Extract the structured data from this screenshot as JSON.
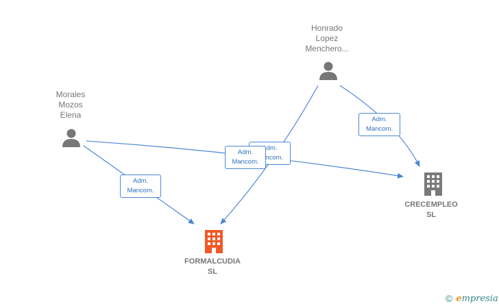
{
  "people": [
    {
      "id": "morales",
      "name_lines": [
        "Morales",
        "Mozos",
        "Elena"
      ]
    },
    {
      "id": "honrado",
      "name_lines": [
        "Honrado",
        "Lopez",
        "Menchero..."
      ]
    }
  ],
  "companies": [
    {
      "id": "formalcudia",
      "name_lines": [
        "FORMALCUDIA",
        "SL"
      ],
      "color": "#f05a28"
    },
    {
      "id": "crecempleo",
      "name_lines": [
        "CRECEMPLEO",
        "SL"
      ],
      "color": "#7a7a7a"
    }
  ],
  "edges": [
    {
      "from": "morales",
      "to": "formalcudia",
      "label_lines": [
        "Adm.",
        "Mancom."
      ]
    },
    {
      "from": "morales",
      "to": "crecempleo",
      "label_lines": [
        "Adm.",
        "Mancom."
      ]
    },
    {
      "from": "honrado",
      "to": "formalcudia",
      "label_lines": [
        "Adm.",
        "Mancom."
      ]
    },
    {
      "from": "honrado",
      "to": "crecempleo",
      "label_lines": [
        "Adm.",
        "Mancom."
      ]
    }
  ],
  "colors": {
    "edge": "#4a86d4",
    "person_icon": "#777777"
  },
  "footer": {
    "symbol": "©",
    "brand_first": "e",
    "brand_rest": "mpresia"
  }
}
